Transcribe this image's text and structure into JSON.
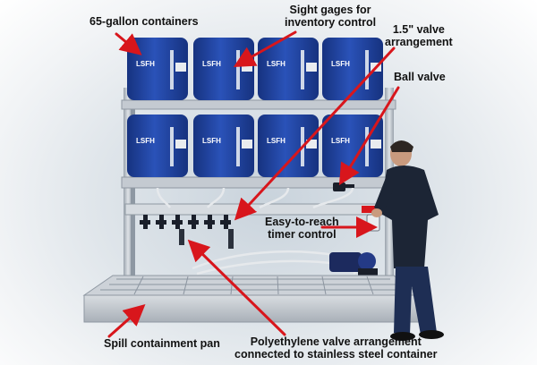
{
  "callouts": {
    "containers": "65-gallon containers",
    "sight_gages_line1": "Sight gages for",
    "sight_gages_line2": "inventory control",
    "valve_arrangement_line1": "1.5\" valve",
    "valve_arrangement_line2": "arrangement",
    "ball_valve": "Ball valve",
    "timer_line1": "Easy-to-reach",
    "timer_line2": "timer control",
    "spill_pan": "Spill containment pan",
    "poly_line1": "Polyethylene valve arrangement",
    "poly_line2": "connected to stainless steel container"
  },
  "container_brand": "LSFH",
  "container_count": 8,
  "colors": {
    "container_blue": "#1f3f9a",
    "rack_gray": "#b9c0c8",
    "arrow_red": "#d8161c",
    "worker_navy": "#1c2535"
  },
  "icons": [
    "arrow-icon",
    "worker-figure",
    "container-drum"
  ]
}
